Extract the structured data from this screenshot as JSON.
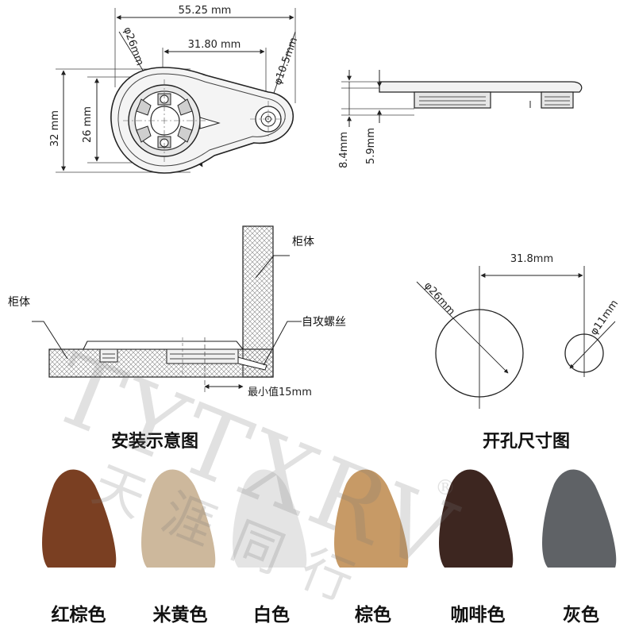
{
  "top_view": {
    "overall_width": "55.25 mm",
    "center_distance": "31.80 mm",
    "big_hole_diameter": "φ26mm",
    "small_hole_diameter": "φ10.5mm",
    "overall_height": "32 mm",
    "body_height": "26 mm"
  },
  "side_view": {
    "total_height": "8.4mm",
    "body_height": "5.9mm"
  },
  "install_diagram": {
    "cabinet_label_top": "柜体",
    "cabinet_label_left": "柜体",
    "screw_label": "自攻螺丝",
    "min_value_label": "最小值15mm",
    "caption": "安装示意图"
  },
  "hole_diagram": {
    "center_distance": "31.8mm",
    "big_hole": "φ26mm",
    "small_hole": "φ11mm",
    "caption": "开孔尺寸图"
  },
  "colors": [
    {
      "label": "红棕色",
      "hex": "#7a3f22"
    },
    {
      "label": "米黄色",
      "hex": "#cdb89c"
    },
    {
      "label": "白色",
      "hex": "#e4e4e4"
    },
    {
      "label": "棕色",
      "hex": "#c79a66"
    },
    {
      "label": "咖啡色",
      "hex": "#3d2620"
    },
    {
      "label": "灰色",
      "hex": "#5f6266"
    }
  ],
  "watermark": {
    "latin": "TYTXRV",
    "registered": "®",
    "chinese": "天涯同行"
  }
}
